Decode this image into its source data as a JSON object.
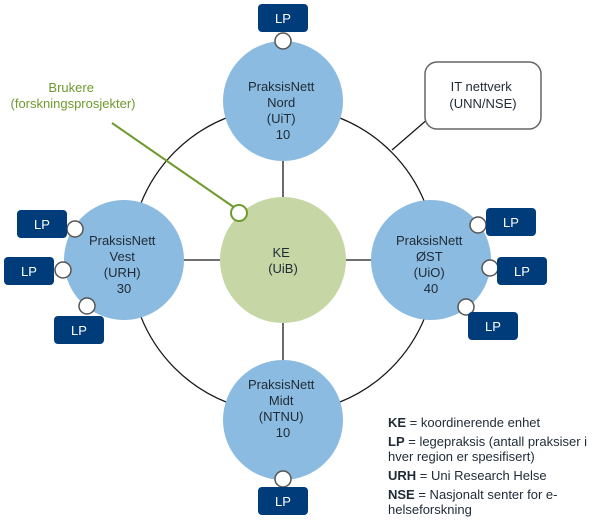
{
  "colors": {
    "region": "#8bbbe0",
    "center": "#c6d6a5",
    "lp": "#003b7a",
    "green": "#6f9a2e",
    "line": "#1a1a1a"
  },
  "nodes": {
    "north": {
      "lines": [
        "PraksisNett",
        "Nord",
        "(UiT)",
        "10"
      ]
    },
    "west": {
      "lines": [
        "PraksisNett",
        "Vest",
        "(URH)",
        "30"
      ]
    },
    "east": {
      "lines": [
        "PraksisNett",
        "ØST",
        "(UiO)",
        "40"
      ]
    },
    "south": {
      "lines": [
        "PraksisNett",
        "Midt",
        "(NTNU)",
        "10"
      ]
    },
    "center": {
      "lines": [
        "KE",
        "(UiB)"
      ]
    }
  },
  "lp_label": "LP",
  "it_box": {
    "lines": [
      "IT nettverk",
      "(UNN/NSE)"
    ]
  },
  "users": {
    "lines": [
      "Brukere",
      "(forskningsprosjekter)"
    ]
  },
  "legend": [
    {
      "key": "KE",
      "text": " = koordinerende enhet"
    },
    {
      "key": "LP",
      "text": " = legepraksis (antall praksiser i hver region er spesifisert)"
    },
    {
      "key": "URH",
      "text": " = Uni Research Helse"
    },
    {
      "key": "NSE",
      "text": " = Nasjonalt senter for e-helseforskning"
    }
  ]
}
